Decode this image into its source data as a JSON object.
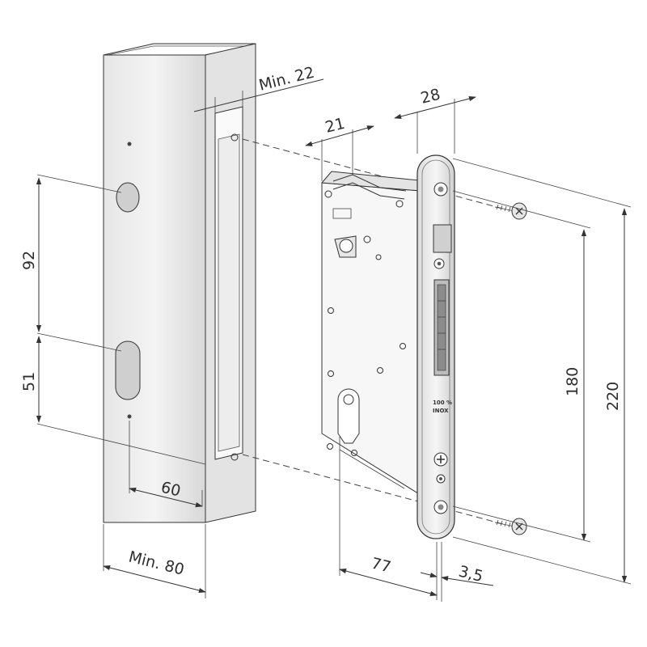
{
  "dimensions": {
    "min_22": "Min. 22",
    "w_28": "28",
    "w_21": "21",
    "h_92": "92",
    "h_51": "51",
    "w_60": "60",
    "min_80": "Min. 80",
    "w_77": "77",
    "w_3_5": "3,5",
    "h_180": "180",
    "h_220": "220"
  },
  "faceplate": {
    "line1": "100 %",
    "line2": "INOX"
  }
}
